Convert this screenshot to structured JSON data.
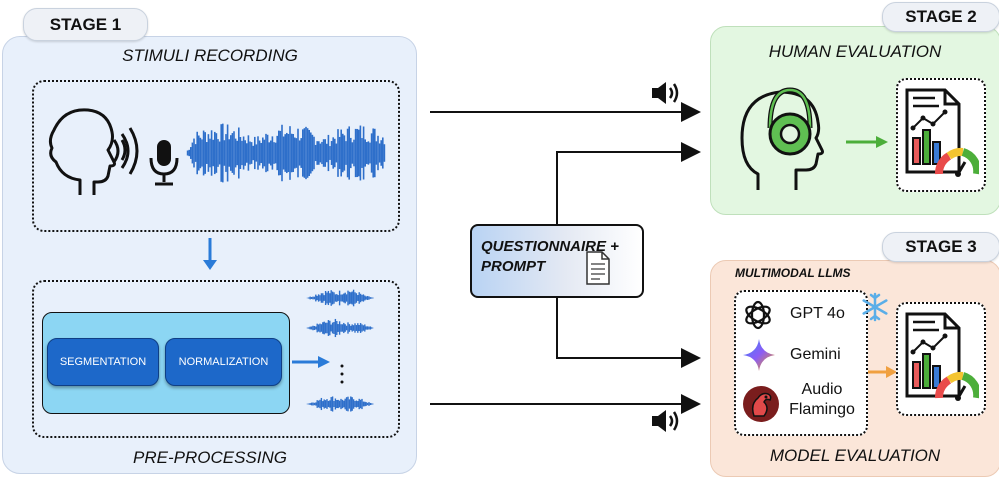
{
  "stage1": {
    "badge": "STAGE 1",
    "top_title": "STIMULI RECORDING",
    "bottom_title": "PRE-PROCESSING",
    "buttons": [
      "SEGMENTATION",
      "NORMALIZATION"
    ]
  },
  "stage2": {
    "badge": "STAGE 2",
    "title": "HUMAN EVALUATION"
  },
  "stage3": {
    "badge": "STAGE 3",
    "section_label": "MULTIMODAL LLMS",
    "models": [
      "GPT 4o",
      "Gemini",
      "Audio Flamingo"
    ],
    "title": "MODEL EVALUATION"
  },
  "center": {
    "line1": "QUESTIONNAIRE +",
    "line2": "PROMPT"
  },
  "colors": {
    "stage1_bg": "#e8f0fb",
    "stage2_bg": "#e3f7e1",
    "stage3_bg": "#fbe6d9",
    "waveform": "#2e6fca",
    "preproc_bg": "#8cd6f3",
    "green_arrow": "#4cae3a",
    "orange_arrow": "#f0a040",
    "headphones": "#5fbf52"
  },
  "icons": [
    "speaking-head-icon",
    "microphone-icon",
    "speaker-icon",
    "headphones-icon",
    "report-chart-icon",
    "document-icon",
    "snowflake-icon",
    "openai-icon",
    "gemini-icon",
    "flamingo-icon"
  ]
}
